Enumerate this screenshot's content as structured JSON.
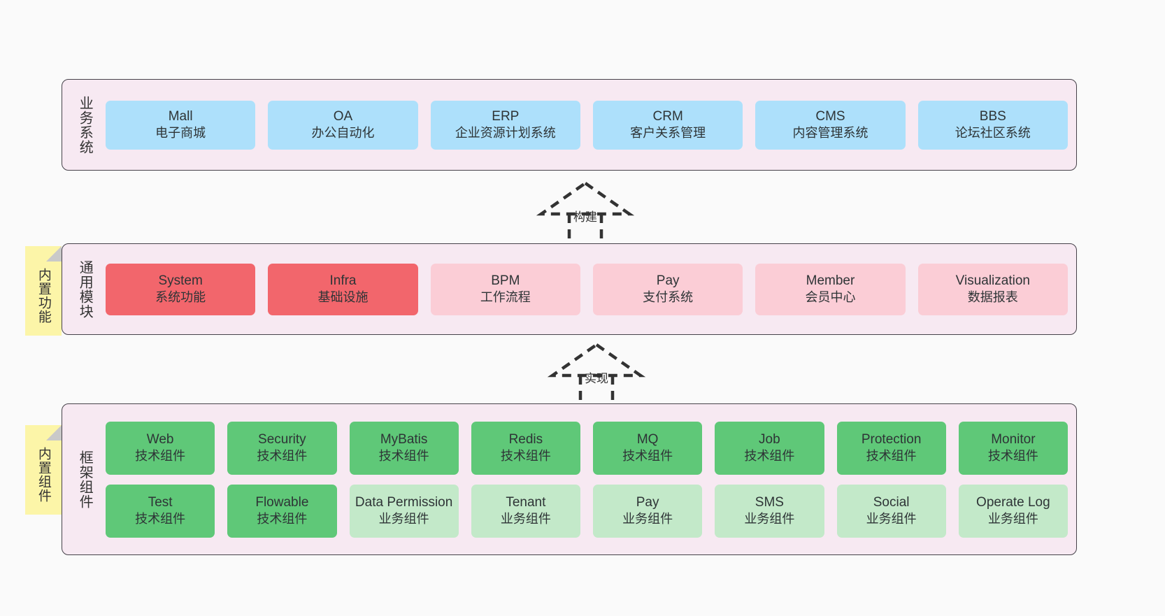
{
  "diagram": {
    "title_note_functions": "内置功能",
    "title_note_components": "内置组件"
  },
  "layers": {
    "business": {
      "title": "业务系统",
      "items": [
        {
          "name": "Mall",
          "desc": "电子商城"
        },
        {
          "name": "OA",
          "desc": "办公自动化"
        },
        {
          "name": "ERP",
          "desc": "企业资源计划系统"
        },
        {
          "name": "CRM",
          "desc": "客户关系管理"
        },
        {
          "name": "CMS",
          "desc": "内容管理系统"
        },
        {
          "name": "BBS",
          "desc": "论坛社区系统"
        }
      ]
    },
    "common": {
      "title": "通用模块",
      "items": [
        {
          "name": "System",
          "desc": "系统功能"
        },
        {
          "name": "Infra",
          "desc": "基础设施"
        },
        {
          "name": "BPM",
          "desc": "工作流程"
        },
        {
          "name": "Pay",
          "desc": "支付系统"
        },
        {
          "name": "Member",
          "desc": "会员中心"
        },
        {
          "name": "Visualization",
          "desc": "数据报表"
        }
      ]
    },
    "framework": {
      "title": "框架组件",
      "row1": [
        {
          "name": "Web",
          "desc": "技术组件"
        },
        {
          "name": "Security",
          "desc": "技术组件"
        },
        {
          "name": "MyBatis",
          "desc": "技术组件"
        },
        {
          "name": "Redis",
          "desc": "技术组件"
        },
        {
          "name": "MQ",
          "desc": "技术组件"
        },
        {
          "name": "Job",
          "desc": "技术组件"
        },
        {
          "name": "Protection",
          "desc": "技术组件"
        },
        {
          "name": "Monitor",
          "desc": "技术组件"
        }
      ],
      "row2": [
        {
          "name": "Test",
          "desc": "技术组件"
        },
        {
          "name": "Flowable",
          "desc": "技术组件"
        },
        {
          "name": "Data Permission",
          "desc": "业务组件"
        },
        {
          "name": "Tenant",
          "desc": "业务组件"
        },
        {
          "name": "Pay",
          "desc": "业务组件"
        },
        {
          "name": "SMS",
          "desc": "业务组件"
        },
        {
          "name": "Social",
          "desc": "业务组件"
        },
        {
          "name": "Operate Log",
          "desc": "业务组件"
        }
      ]
    }
  },
  "connectors": [
    {
      "label": "构建"
    },
    {
      "label": "实现"
    }
  ],
  "colors": {
    "canvas": "#fafafa",
    "layer_background": "#f7e9f2",
    "layer_border": "#46424a",
    "business_card": "#ade0fb",
    "common_card_active": "#f2666c",
    "common_card_inactive": "#fbcdd6",
    "framework_tech_card": "#5fc878",
    "framework_biz_card": "#c3e9c9",
    "note_background": "#fcf5a8",
    "note_fold": "#c9c9c9",
    "text": "#333333"
  }
}
